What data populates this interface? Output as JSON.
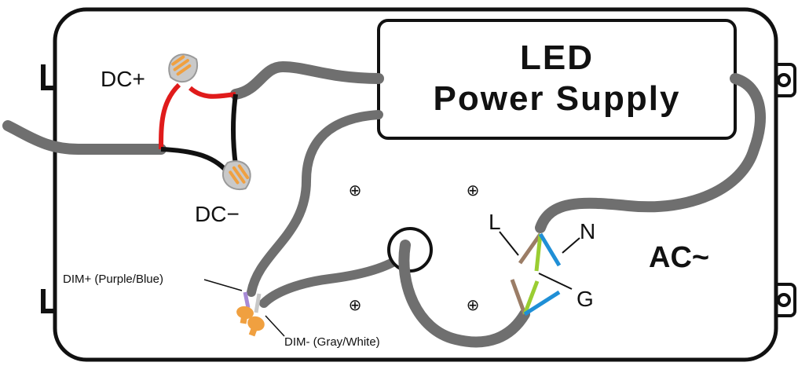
{
  "power_supply": {
    "line1": "LED",
    "line2": "Power Supply"
  },
  "labels": {
    "dc_plus": "DC+",
    "dc_minus": "DC−",
    "ac": "AC~",
    "L": "L",
    "N": "N",
    "G": "G",
    "dim_plus": "DIM+ (Purple/Blue)",
    "dim_minus": "DIM- (Gray/White)"
  },
  "wire_colors": {
    "cable": "#6f6f6f",
    "dc_positive": "#e01b1b",
    "dc_negative": "#111111",
    "live": "#9b7d66",
    "neutral": "#1f8fd6",
    "ground": "#9acd32",
    "dim_purple": "#a78ad6",
    "dim_gray": "#c8c8c8",
    "connector_orange": "#f0a040"
  },
  "symbols": {
    "screw_hole": "⊕"
  }
}
